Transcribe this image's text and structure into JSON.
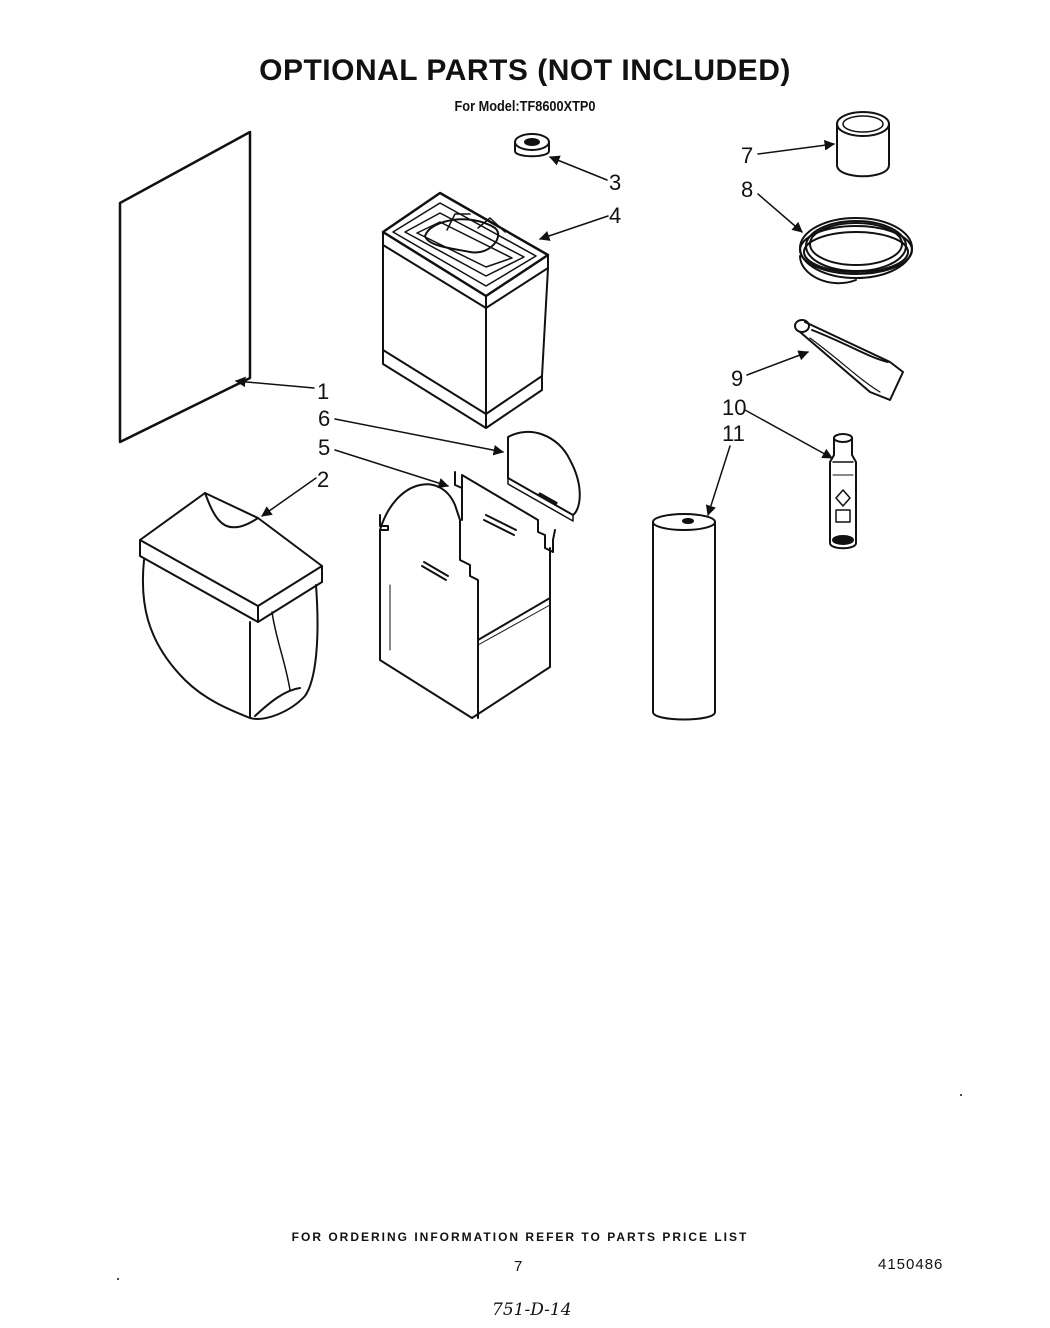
{
  "header": {
    "title": "OPTIONAL PARTS (NOT INCLUDED)",
    "subtitle": "For Model:TF8600XTP0"
  },
  "callouts": [
    "1",
    "2",
    "3",
    "4",
    "5",
    "6",
    "7",
    "8",
    "9",
    "10",
    "11"
  ],
  "footer": {
    "ordering_note": "FOR ORDERING INFORMATION REFER TO PARTS PRICE LIST",
    "page_number": "7",
    "document_number": "4150486",
    "handwritten_code": "751-D-14"
  }
}
